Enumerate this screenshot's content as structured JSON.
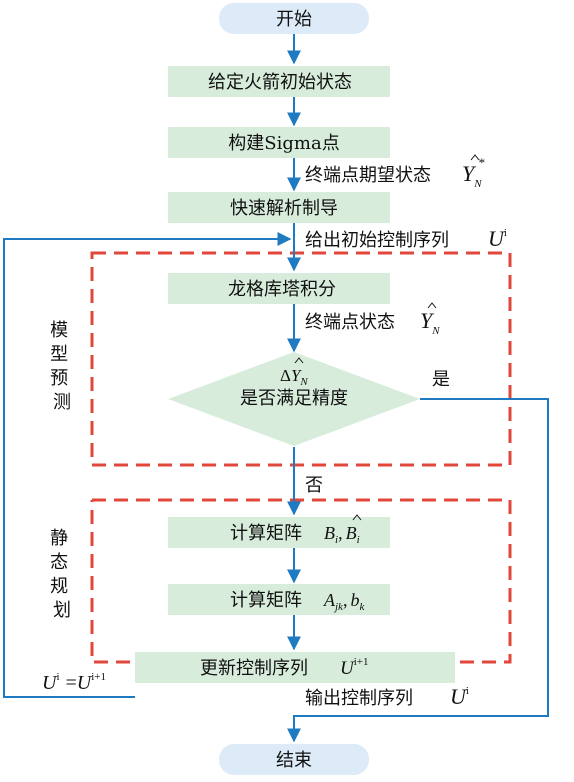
{
  "colors": {
    "terminal_fill": "#dcebf7",
    "process_fill": "#d8ecdc",
    "arrow": "#1f7bc1",
    "dashed_border": "#e2473b"
  },
  "nodes": {
    "start": "开始",
    "end": "结束",
    "give_state": "给定火箭初始状态",
    "build_sigma": "构建Sigma点",
    "fast_guidance": "快速解析制导",
    "rk_integrate": "龙格库塔积分",
    "compute_b": "计算矩阵",
    "compute_a": "计算矩阵",
    "update_seq": "更新控制序列",
    "decision": "是否满足精度"
  },
  "edges": {
    "desired_state": "终端点期望状态",
    "initial_seq": "给出初始控制序列",
    "terminal_state": "终端点状态",
    "yes": "是",
    "no": "否",
    "output_seq": "输出控制序列"
  },
  "math": {
    "Y": "Y",
    "N": "N",
    "star": "*",
    "U": "U",
    "i": "i",
    "i_plus_1": "i+1",
    "delta": "Δ",
    "B": "B",
    "A": "A",
    "b": "b",
    "jk": "jk",
    "k": "k",
    "comma": ",",
    "equals": "="
  },
  "groups": {
    "model_prediction": [
      "模",
      "型",
      "预",
      "测"
    ],
    "static_planning": [
      "静",
      "态",
      "规",
      "划"
    ]
  }
}
